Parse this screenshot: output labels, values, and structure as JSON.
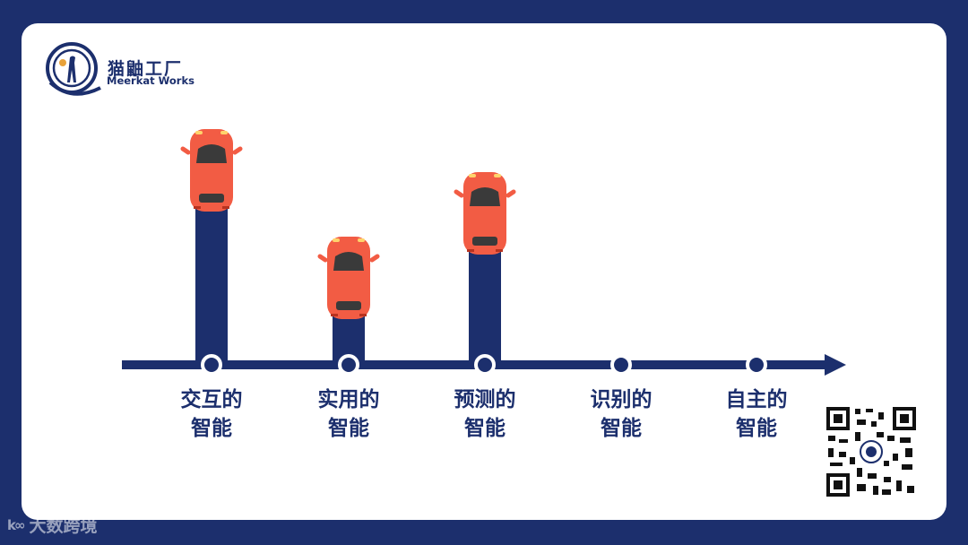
{
  "brand": {
    "name_cn": "猫鼬工厂",
    "name_en": "Meerkat Works"
  },
  "colors": {
    "navy": "#1c2f6d",
    "car_red": "#f25c44",
    "white": "#ffffff"
  },
  "timeline": {
    "stages": [
      {
        "line1": "交互的",
        "line2": "智能",
        "has_car": true
      },
      {
        "line1": "实用的",
        "line2": "智能",
        "has_car": true
      },
      {
        "line1": "预测的",
        "line2": "智能",
        "has_car": true
      },
      {
        "line1": "识别的",
        "line2": "智能",
        "has_car": false
      },
      {
        "line1": "自主的",
        "line2": "智能",
        "has_car": false
      }
    ]
  },
  "watermark": {
    "text": "大数跨境",
    "icon": "mark-icon"
  }
}
